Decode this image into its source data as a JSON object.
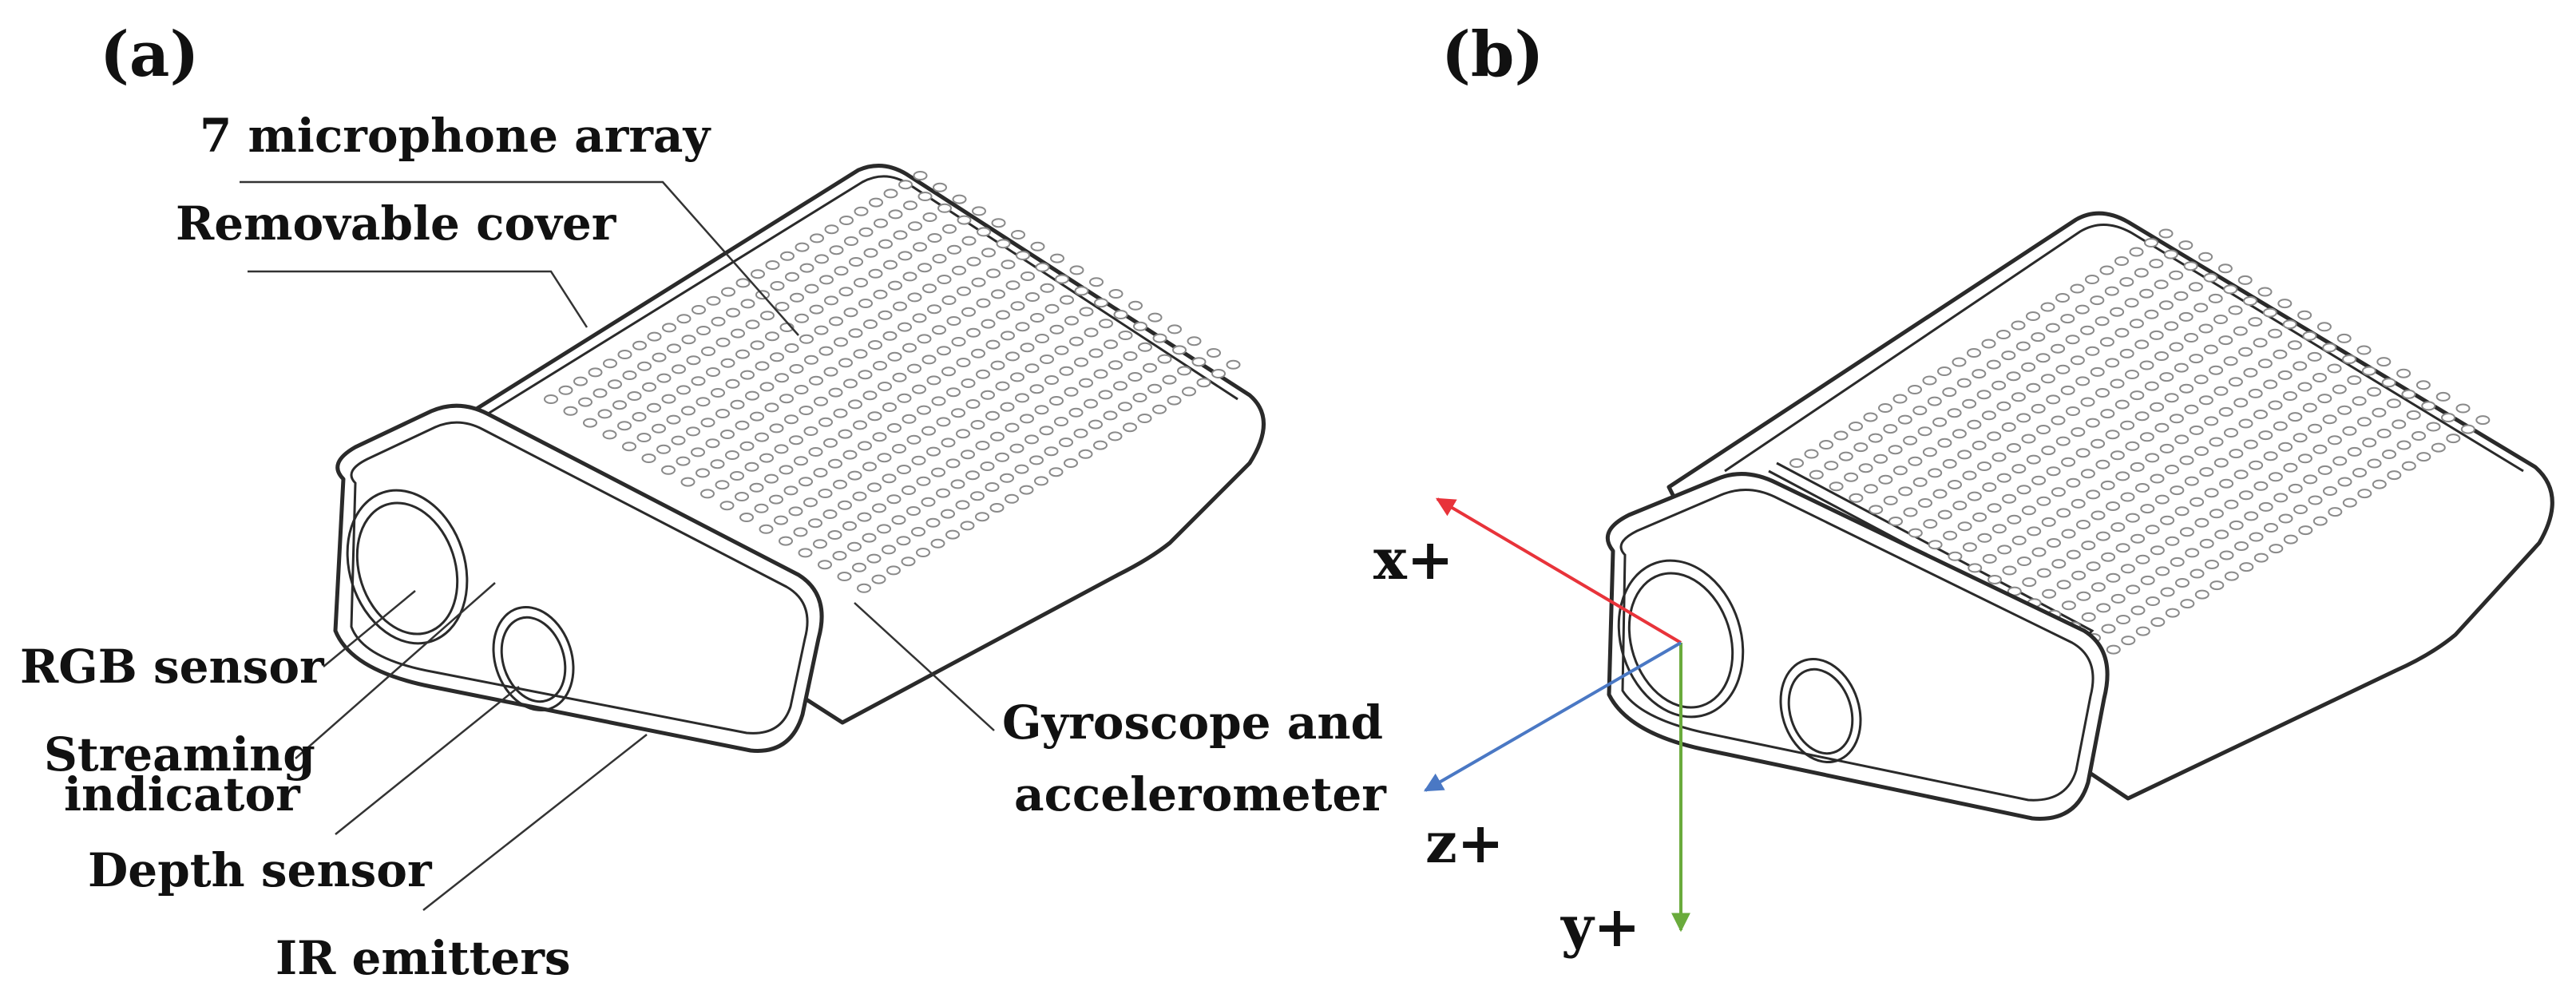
{
  "panels": {
    "a": {
      "tag": "(a)",
      "labels": {
        "microphone": "7 microphone array",
        "cover": "Removable cover",
        "rgb": "RGB sensor",
        "streaming_line1": "Streaming",
        "streaming_line2": "indicator",
        "depth": "Depth sensor",
        "ir": "IR emitters",
        "gyro_line1": "Gyroscope and",
        "gyro_line2": "accelerometer"
      }
    },
    "b": {
      "tag": "(b)",
      "axes": {
        "x": {
          "label": "x+",
          "color": "#e8333a"
        },
        "y": {
          "label": "y+",
          "color": "#6aab3c"
        },
        "z": {
          "label": "z+",
          "color": "#4a78c4"
        }
      }
    }
  }
}
